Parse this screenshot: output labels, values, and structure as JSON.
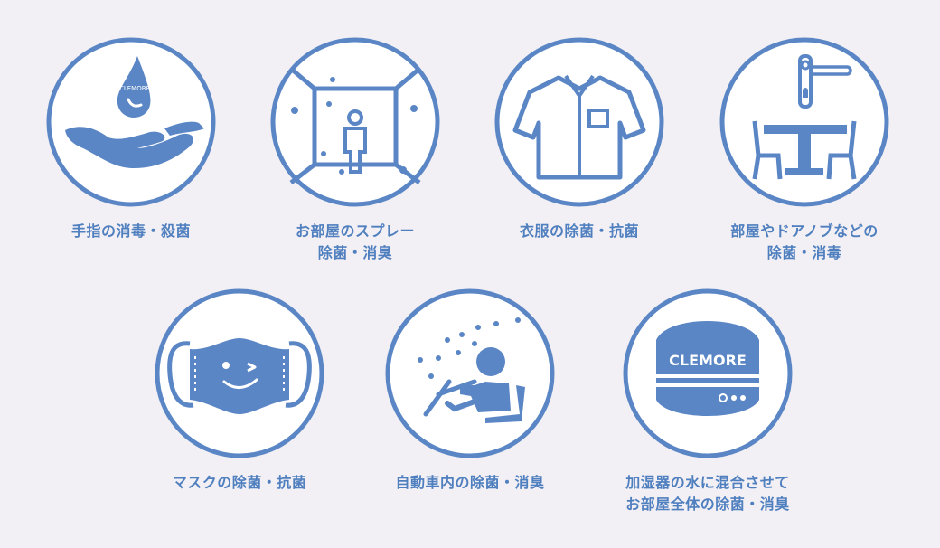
{
  "colors": {
    "accent": "#5b86c5",
    "background": "#f2f0f4"
  },
  "items": [
    {
      "icon": "hand-sanitizer-drop-icon",
      "lines": [
        "手指の消毒・殺菌"
      ],
      "brand": "CLEMORE"
    },
    {
      "icon": "room-spray-icon",
      "lines": [
        "お部屋のスプレー",
        "除菌・消臭"
      ]
    },
    {
      "icon": "shirt-icon",
      "lines": [
        "衣服の除菌・抗菌"
      ]
    },
    {
      "icon": "door-handle-table-icon",
      "lines": [
        "部屋やドアノブなどの",
        "除菌・消毒"
      ]
    },
    {
      "icon": "face-mask-icon",
      "lines": [
        "マスクの除菌・抗菌"
      ]
    },
    {
      "icon": "car-interior-icon",
      "lines": [
        "自動車内の除菌・消臭"
      ]
    },
    {
      "icon": "humidifier-icon",
      "lines": [
        "加湿器の水に混合させて",
        "お部屋全体の除菌・消臭"
      ],
      "brand": "CLEMORE"
    }
  ]
}
